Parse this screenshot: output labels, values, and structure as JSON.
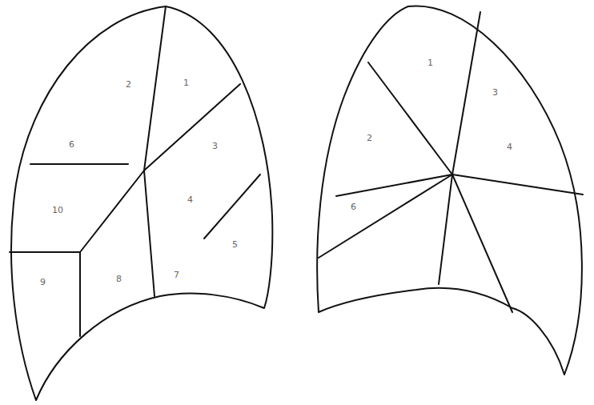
{
  "diagram": {
    "labels": [
      "2",
      "1",
      "6",
      "3",
      "10",
      "4",
      "5",
      "9",
      "8",
      "7",
      "1",
      "3",
      "2",
      "4",
      "6"
    ]
  }
}
